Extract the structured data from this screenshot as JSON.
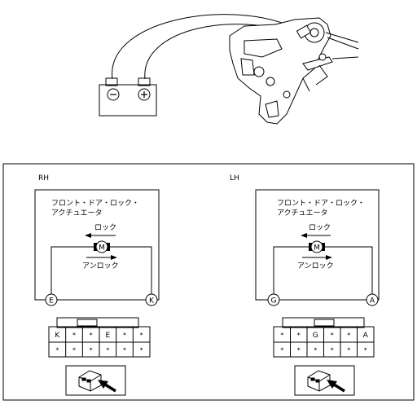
{
  "battery": {
    "minus_symbol": "⊖",
    "plus_symbol": "⊕"
  },
  "rh": {
    "side_label": "RH",
    "actuator_line1": "フロント・ドア・ロック・",
    "actuator_line2": "アクチュエータ",
    "lock_label": "ロック",
    "unlock_label": "アンロック",
    "motor_label": "M",
    "left_terminal": "E",
    "right_terminal": "K",
    "connector_top": [
      "K",
      "*",
      "*",
      "E",
      "*",
      "*"
    ],
    "connector_bottom": [
      "*",
      "*",
      "*",
      "*",
      "*",
      "*"
    ]
  },
  "lh": {
    "side_label": "LH",
    "actuator_line1": "フロント・ドア・ロック・",
    "actuator_line2": "アクチュエータ",
    "lock_label": "ロック",
    "unlock_label": "アンロック",
    "motor_label": "M",
    "left_terminal": "G",
    "right_terminal": "A",
    "connector_top": [
      "*",
      "*",
      "G",
      "*",
      "*",
      "A"
    ],
    "connector_bottom": [
      "*",
      "*",
      "*",
      "*",
      "*",
      "*"
    ]
  },
  "colors": {
    "line": "#000000",
    "connector_fill": "#ffffff"
  }
}
